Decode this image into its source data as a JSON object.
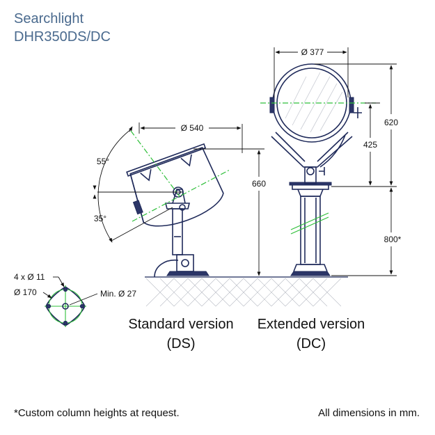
{
  "title": {
    "line1": "Searchlight",
    "line2": "DHR350DS/DC"
  },
  "dimensions": {
    "ds_diameter": "Ø 540",
    "dc_diameter": "Ø 377",
    "ds_height": "660",
    "dc_height_total": "620",
    "dc_height_center": "425",
    "dc_column_height": "800*",
    "tilt_up": "55°",
    "tilt_down": "35°",
    "base_holes": "4 x Ø 11",
    "base_pcd": "Ø 170",
    "cable_min": "Min. Ø 27"
  },
  "captions": {
    "standard_line1": "Standard version",
    "standard_line2": "(DS)",
    "extended_line1": "Extended version",
    "extended_line2": "(DC)"
  },
  "footer": {
    "custom_note": "*Custom column heights at request.",
    "units_note": "All dimensions in mm."
  },
  "colors": {
    "title": "#4a6a8e",
    "drawing": "#1f2a5a",
    "axis": "#2fbf3a"
  }
}
